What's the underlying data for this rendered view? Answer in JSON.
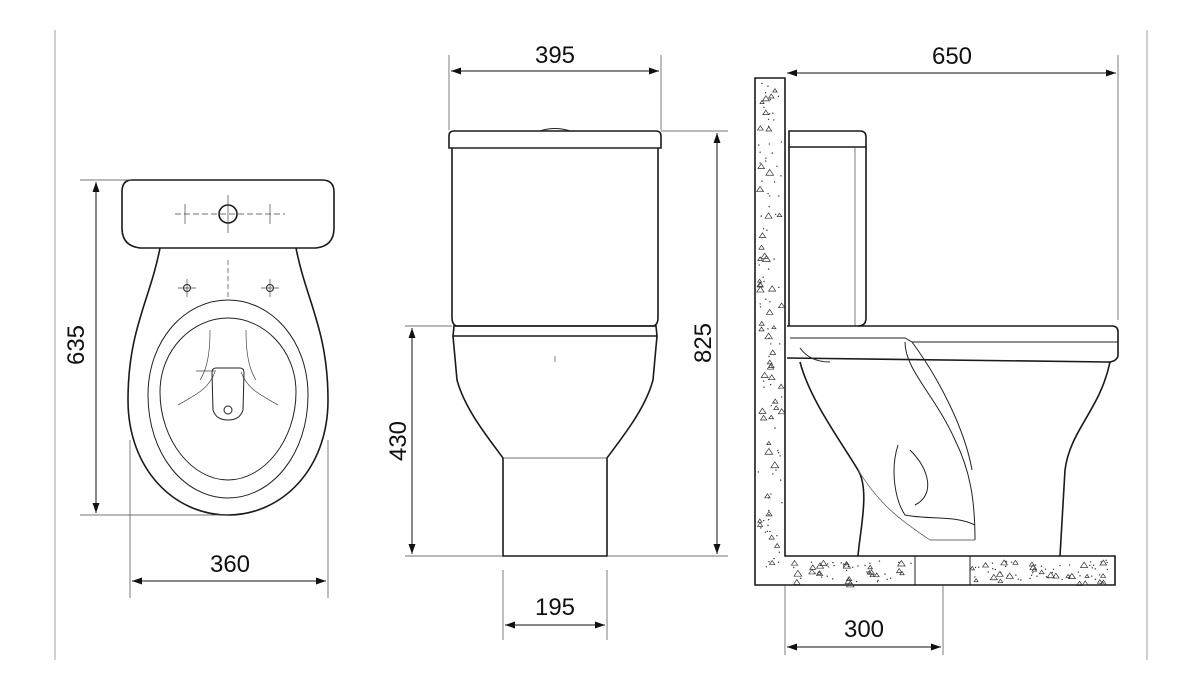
{
  "drawing": {
    "title": "",
    "views": {
      "top": {
        "name": "top-view",
        "dims": {
          "depth": "635",
          "width": "360"
        }
      },
      "front": {
        "name": "front-view",
        "dims": {
          "width": "395",
          "seat_height": "430",
          "total_height": "825",
          "base_width": "195"
        }
      },
      "side": {
        "name": "side-view",
        "dims": {
          "depth": "650",
          "outlet_distance": "300"
        }
      }
    },
    "colors": {
      "line": "#1a1a1a",
      "background": "#ffffff",
      "wall_fill": "#ffffff"
    }
  }
}
